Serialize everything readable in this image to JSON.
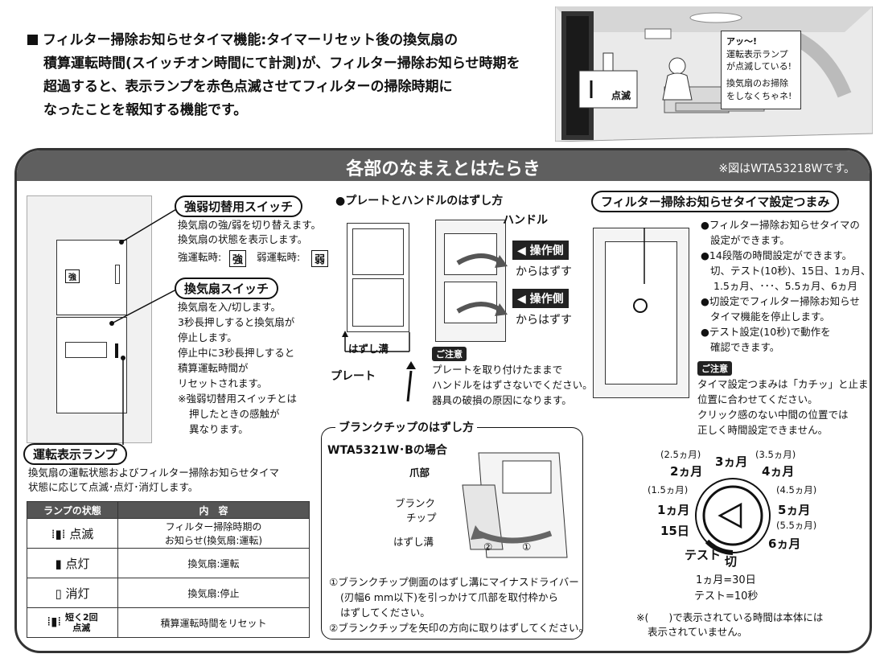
{
  "intro": {
    "heading": "フィルター掃除お知らせタイマ機能:",
    "lines": [
      "タイマーリセット後の換気扇の",
      "積算運転時間(スイッチオン時間にて計測)が、フィルター掃除お知らせ時期を",
      "超過すると、表示ランプを赤色点滅させてフィルターの掃除時期に",
      "なったことを報知する機能です。"
    ]
  },
  "illustration": {
    "speech": [
      "アッ〜!",
      "運転表示ランプ",
      "が点滅している!",
      "換気扇のお掃除",
      "をしなくちゃネ!"
    ],
    "blink_label": "点滅"
  },
  "banner": {
    "title": "各部のなまえとはたらき",
    "note": "※図はWTA53218Wです。"
  },
  "device": {
    "strong_label": "強"
  },
  "strong_weak": {
    "title": "強弱切替用スイッチ",
    "lines": [
      "換気扇の強/弱を切り替えます。",
      "換気扇の状態を表示します。"
    ],
    "strong_label": "強運転時:",
    "strong_key": "強",
    "weak_label": "弱運転時:",
    "weak_key": "弱"
  },
  "fan_switch": {
    "title": "換気扇スイッチ",
    "lines": [
      "換気扇を入/切します。",
      "3秒長押しすると換気扇が",
      "停止します。",
      "停止中に3秒長押しすると",
      "積算運転時間が",
      "リセットされます。",
      "※強弱切替用スイッチとは",
      "押したときの感触が",
      "異なります。"
    ]
  },
  "indicator": {
    "title": "運転表示ランプ",
    "lines": [
      "換気扇の運転状態およびフィルター掃除お知らせタイマ",
      "状態に応じて点滅･点灯･消灯します。"
    ]
  },
  "lamp_table": {
    "headers": [
      "ランプの状態",
      "内　容"
    ],
    "rows": [
      {
        "state": "点滅",
        "content1": "フィルター掃除時期の",
        "content2": "お知らせ(換気扇:運転)"
      },
      {
        "state": "点灯",
        "content1": "換気扇:運転",
        "content2": ""
      },
      {
        "state": "消灯",
        "content1": "換気扇:停止",
        "content2": ""
      },
      {
        "state1": "短く2回",
        "state2": "点滅",
        "content1": "積算運転時間をリセット",
        "content2": ""
      }
    ]
  },
  "plate": {
    "title": "●プレートとハンドルのはずし方",
    "handle_label": "ハンドル",
    "op1": "操作側",
    "op1_sub": "からはずす",
    "op2": "操作側",
    "op2_sub": "からはずす",
    "groove_label": "はずし溝",
    "plate_label": "プレート",
    "caution_label": "ご注意",
    "caution_lines": [
      "プレートを取り付けたままで",
      "ハンドルをはずさないでください。",
      "器具の破損の原因になります。"
    ]
  },
  "blank_chip": {
    "title": "ブランクチップのはずし方",
    "model": "WTA5321W･Bの場合",
    "claw_label": "爪部",
    "chip_label1": "ブランク",
    "chip_label2": "チップ",
    "groove_label": "はずし溝",
    "m1": "②",
    "m2": "①",
    "notes": [
      "①ブランクチップ側面のはずし溝にマイナスドライバー",
      "(刃幅6 mm以下)を引っかけて爪部を取付枠から",
      "はずしてください。",
      "②ブランクチップを矢印の方向に取りはずしてください。"
    ]
  },
  "timer_knob": {
    "title": "フィルター掃除お知らせタイマ設定つまみ",
    "bullets": [
      "●フィルター掃除お知らせタイマの",
      "設定ができます。",
      "●14段階の時間設定ができます。",
      "切、テスト(10秒)、15日、1ヵ月、",
      "1.5ヵ月、･･･、5.5ヵ月、6ヵ月",
      "●切設定でフィルター掃除お知らせ",
      "タイマ機能を停止します。",
      "●テスト設定(10秒)で動作を",
      "確認できます。"
    ],
    "caution_label": "ご注意",
    "caution_lines": [
      "タイマ設定つまみは「カチッ」と止まる",
      "位置に合わせてください。",
      "クリック感のない中間の位置では",
      "正しく時間設定できません。"
    ]
  },
  "dial": {
    "p25": "(2.5ヵ月)",
    "m2": "2ヵ月",
    "m3": "3ヵ月",
    "p35": "(3.5ヵ月)",
    "m4": "4ヵ月",
    "p15": "(1.5ヵ月)",
    "p45": "(4.5ヵ月)",
    "m1": "1ヵ月",
    "m5": "5ヵ月",
    "d15": "15日",
    "p55": "(5.5ヵ月)",
    "m6": "6ヵ月",
    "test": "テスト",
    "off": "切",
    "def1": "1ヵ月=30日",
    "def2": "テスト=10秒",
    "note1": "※(　　)で表示されている時間は本体には",
    "note2": "表示されていません。"
  }
}
